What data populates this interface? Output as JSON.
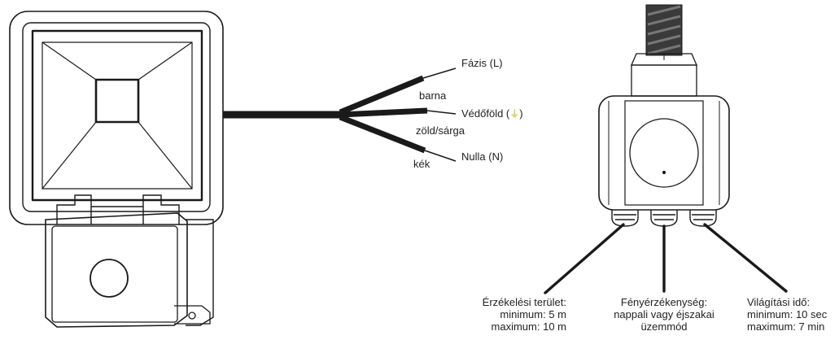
{
  "wires": {
    "phase_label": "Fázis (L)",
    "phase_color": "barna",
    "earth_label_prefix": "Védőföld (",
    "earth_symbol": "⏚",
    "earth_label_suffix": ")",
    "earth_color": "zöld/sárga",
    "neutral_label": "Nulla (N)",
    "neutral_color": "kék"
  },
  "controls": {
    "detection": {
      "title": "Érzékelési terület:",
      "min": "minimum: 5 m",
      "max": "maximum: 10 m"
    },
    "light": {
      "title": "Fényérzékenység:",
      "line2": "nappali vagy éjszakai",
      "line3": "üzemmód"
    },
    "time": {
      "title": "Világítási idő:",
      "min": "minimum: 10 sec",
      "max": "maximum: 7 min"
    }
  },
  "colors": {
    "line": "#1a1a1a",
    "thread": "#555555",
    "earth_symbol": "#c8a800"
  }
}
